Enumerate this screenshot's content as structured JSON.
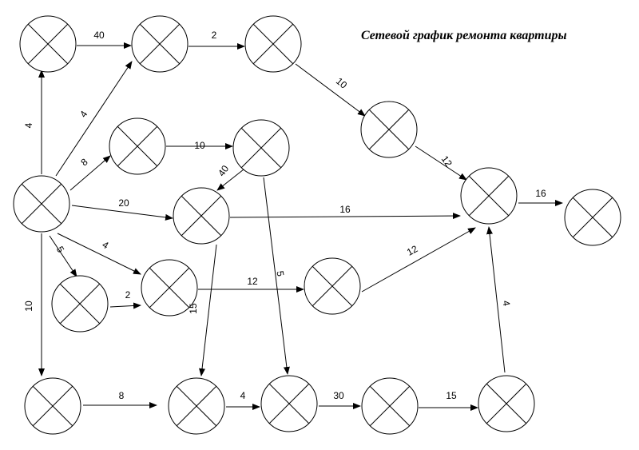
{
  "title": "Сетевой график ремонта квартиры",
  "nodes": [
    {
      "id": "n1"
    },
    {
      "id": "n2"
    },
    {
      "id": "n3"
    },
    {
      "id": "n4"
    },
    {
      "id": "n5"
    },
    {
      "id": "n6"
    },
    {
      "id": "n7"
    },
    {
      "id": "n8"
    },
    {
      "id": "n9"
    },
    {
      "id": "n10"
    },
    {
      "id": "n11"
    },
    {
      "id": "n12"
    },
    {
      "id": "n13"
    },
    {
      "id": "n14"
    },
    {
      "id": "n15"
    },
    {
      "id": "n16"
    },
    {
      "id": "n17"
    },
    {
      "id": "n18"
    },
    {
      "id": "n19"
    }
  ],
  "edges": [
    {
      "from": "n5",
      "to": "n1",
      "label": "4"
    },
    {
      "from": "n1",
      "to": "n2",
      "label": "40"
    },
    {
      "from": "n5",
      "to": "n2",
      "label": "4"
    },
    {
      "from": "n2",
      "to": "n3",
      "label": "2"
    },
    {
      "from": "n3",
      "to": "n4",
      "label": "10"
    },
    {
      "from": "n5",
      "to": "n6",
      "label": "8"
    },
    {
      "from": "n6",
      "to": "n7",
      "label": "10"
    },
    {
      "from": "n7",
      "to": "n8",
      "label": "40"
    },
    {
      "from": "n5",
      "to": "n8",
      "label": "20"
    },
    {
      "from": "n4",
      "to": "n9",
      "label": "12"
    },
    {
      "from": "n8",
      "to": "n9",
      "label": "16"
    },
    {
      "from": "n9",
      "to": "n10",
      "label": "16"
    },
    {
      "from": "n5",
      "to": "n11",
      "label": "5"
    },
    {
      "from": "n5",
      "to": "n12",
      "label": "4"
    },
    {
      "from": "n11",
      "to": "n12",
      "label": "2"
    },
    {
      "from": "n12",
      "to": "n13",
      "label": "12"
    },
    {
      "from": "n13",
      "to": "n9",
      "label": "12"
    },
    {
      "from": "n5",
      "to": "n14",
      "label": "10"
    },
    {
      "from": "n14",
      "to": "n15",
      "label": "8"
    },
    {
      "from": "n8",
      "to": "n15",
      "label": "15"
    },
    {
      "from": "n15",
      "to": "n16",
      "label": "4"
    },
    {
      "from": "n7",
      "to": "n16",
      "label": "5"
    },
    {
      "from": "n16",
      "to": "n17",
      "label": "30"
    },
    {
      "from": "n17",
      "to": "n18",
      "label": "15"
    },
    {
      "from": "n18",
      "to": "n9",
      "label": "4"
    }
  ]
}
